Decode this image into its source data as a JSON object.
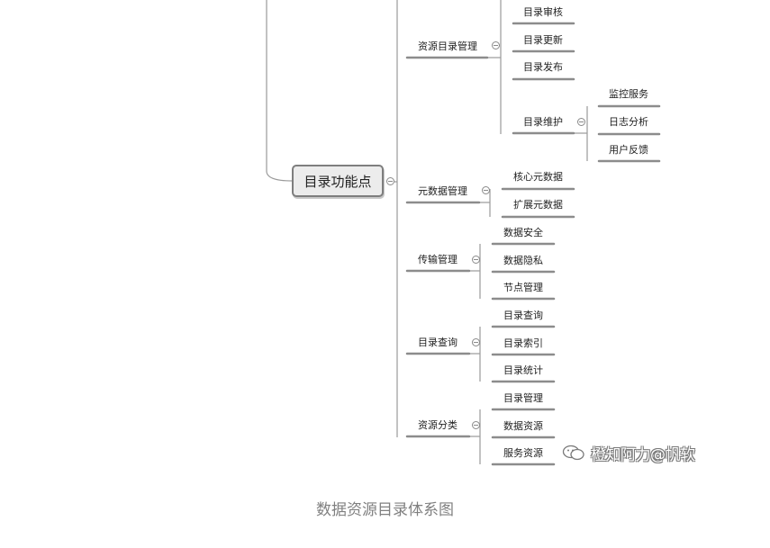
{
  "diagram": {
    "root": "目录功能点",
    "branches": [
      {
        "label": "资源目录管理",
        "children": [
          "目录审核",
          "目录更新",
          "目录发布",
          "目录维护"
        ],
        "sub": {
          "parent": "目录维护",
          "children": [
            "监控服务",
            "日志分析",
            "用户反馈"
          ]
        }
      },
      {
        "label": "元数据管理",
        "children": [
          "核心元数据",
          "扩展元数据"
        ]
      },
      {
        "label": "传输管理",
        "children": [
          "数据安全",
          "数据隐私",
          "节点管理"
        ]
      },
      {
        "label": "目录查询",
        "children": [
          "目录查询",
          "目录索引",
          "目录统计"
        ]
      },
      {
        "label": "资源分类",
        "children": [
          "目录管理",
          "数据资源",
          "服务资源"
        ]
      }
    ]
  },
  "watermark": "橙知阿力@帆软",
  "caption": "数据资源目录体系图"
}
